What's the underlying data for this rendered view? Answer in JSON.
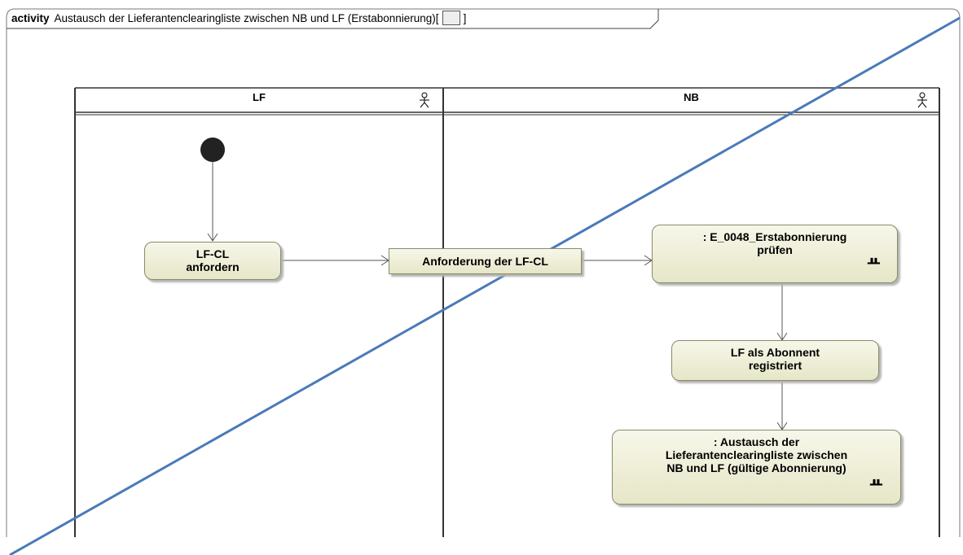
{
  "diagram": {
    "keyword": "activity",
    "title": "Austausch der Lieferantenclearingliste zwischen NB und LF (Erstabonnierung)",
    "title_bracket_open": "[",
    "title_bracket_close": "]",
    "lanes": [
      {
        "name": "LF"
      },
      {
        "name": "NB"
      }
    ],
    "nodes": {
      "lfcl_line1": "LF-CL",
      "lfcl_line2": "anfordern",
      "object_node": "Anforderung der LF-CL",
      "pruefen_line1": ": E_0048_Erstabonnierung",
      "pruefen_line2": "prüfen",
      "registriert_line1": "LF als Abonnent",
      "registriert_line2": "registriert",
      "austausch_line1": ": Austausch der",
      "austausch_line2": "Lieferantenclearingliste zwischen",
      "austausch_line3": "NB und LF (gültige Abonnierung)",
      "rake_symbol": "ᚇ"
    },
    "colors": {
      "node_fill": "#f0f0dc",
      "node_border": "#8a8a6a",
      "crossout_line": "#4a7ab8"
    }
  }
}
